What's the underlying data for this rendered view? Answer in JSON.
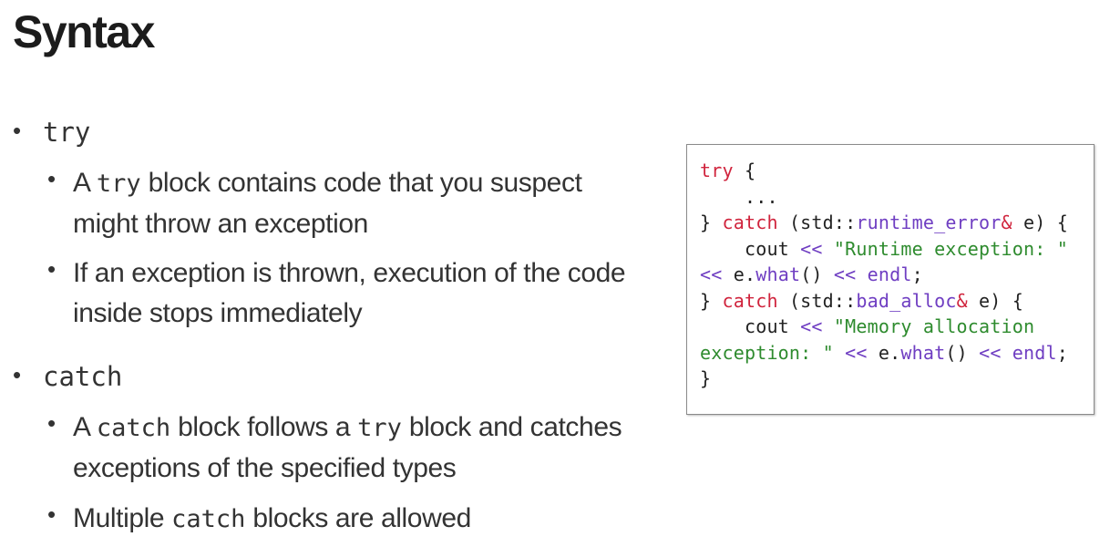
{
  "title": "Syntax",
  "colors": {
    "keyword": "#d0243d",
    "type": "#6f3ec2",
    "string": "#2e8b2e",
    "text": "#333333"
  },
  "bullets": {
    "try": {
      "keyword": "try",
      "sub1": {
        "pre": "A ",
        "code": "try",
        "post": " block contains code that you suspect might throw an exception"
      },
      "sub2": {
        "text": "If an exception is thrown, execution of the code inside stops immediately"
      }
    },
    "catch": {
      "keyword": "catch",
      "sub1": {
        "pre": "A ",
        "code1": "catch",
        "mid": " block follows a ",
        "code2": "try",
        "post": " block and catches exceptions of the specified types"
      },
      "sub2": {
        "pre": "Multiple ",
        "code": "catch",
        "post": " blocks are allowed"
      }
    }
  },
  "code": {
    "l1_kw": "try",
    "l1_rest": " {",
    "l2": "    ...",
    "l3_a": "} ",
    "l3_kw": "catch",
    "l3_b": " (std::",
    "l3_type": "runtime_error",
    "l3_amp": "&",
    "l3_c": " e) {",
    "l4_a": "    cout ",
    "l4_op": "<<",
    "l4_str": " \"Runtime exception: \"",
    "l5_op1": "<<",
    "l5_a": " e.",
    "l5_fn": "what",
    "l5_b": "() ",
    "l5_op2": "<<",
    "l5_endl": " endl",
    "l5_c": ";",
    "l6_a": "} ",
    "l6_kw": "catch",
    "l6_b": " (std::",
    "l6_type": "bad_alloc",
    "l6_amp": "&",
    "l6_c": " e) {",
    "l7_a": "    cout ",
    "l7_op": "<<",
    "l7_str": " \"Memory allocation",
    "l8_str": "exception: \"",
    "l8_op1": " <<",
    "l8_a": " e.",
    "l8_fn": "what",
    "l8_b": "() ",
    "l8_op2": "<<",
    "l8_endl": " endl",
    "l8_c": ";",
    "l9": "}"
  }
}
